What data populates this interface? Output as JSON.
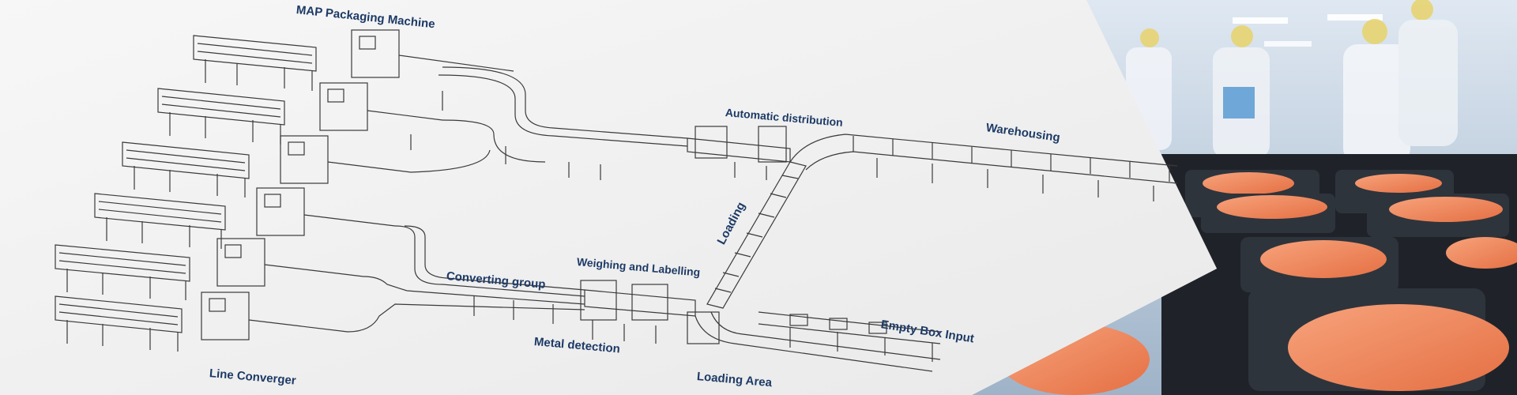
{
  "labels": {
    "map_packaging": "MAP Packaging Machine",
    "automatic_distribution": "Automatic distribution",
    "warehousing": "Warehousing",
    "loading": "Loading",
    "weighing_labelling": "Weighing and Labelling",
    "converting_group": "Converting group",
    "metal_detection": "Metal detection",
    "empty_box_input": "Empty Box Input",
    "line_converger": "Line Converger",
    "loading_area": "Loading Area"
  },
  "colors": {
    "label_text": "#1d3a66",
    "machine_line": "#3a3a3a",
    "background_panel": "#f4f4f4",
    "salmon": "#f08a5d",
    "tray": "#2b2f36",
    "factory_wall": "#c9d6e6"
  },
  "photo": {
    "subject": "salmon-fillet-trays",
    "background": "factory-workers-in-white-suits-and-yellow-helmets"
  }
}
